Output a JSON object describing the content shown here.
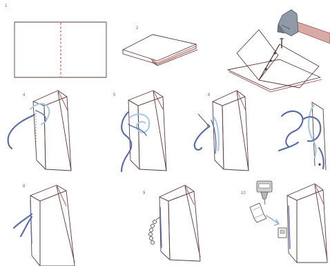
{
  "steps": [
    {
      "number": "1"
    },
    {
      "number": "2"
    },
    {
      "number": "4"
    },
    {
      "number": "5"
    },
    {
      "number": "6"
    },
    {
      "number": "8"
    },
    {
      "number": "9"
    },
    {
      "number": "10"
    }
  ],
  "colors": {
    "paper_edge": "#5a3a36",
    "paper_fill": "#ffffff",
    "fold_line": "#c0392b",
    "thread_dark": "#5b6fa6",
    "thread_light": "#a9cbe8",
    "hammer_head": "#8f9aa6",
    "hammer_handle": "#d9a9a4",
    "glue_bottle": "#b8b8b8"
  },
  "icons": [
    "hammer-icon",
    "nail-icon",
    "needle-icon",
    "glue-bottle-icon",
    "binder-clip-icon"
  ]
}
